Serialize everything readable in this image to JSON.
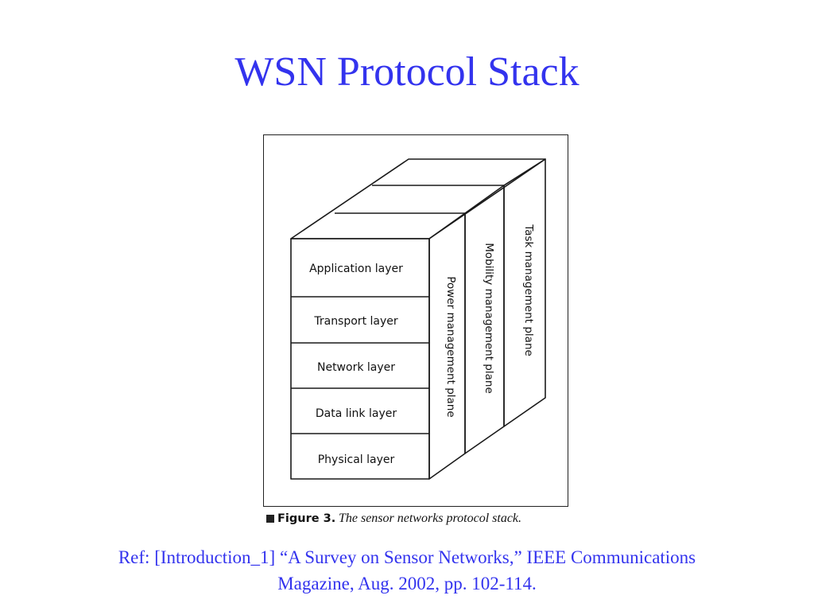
{
  "slide": {
    "title": "WSN Protocol Stack"
  },
  "figure": {
    "layers": [
      "Application layer",
      "Transport layer",
      "Network layer",
      "Data link layer",
      "Physical layer"
    ],
    "planes": [
      "Power management plane",
      "Mobility management plane",
      "Task management plane"
    ],
    "caption_label": "Figure 3.",
    "caption_text": "The sensor networks protocol stack."
  },
  "reference": {
    "line1": "Ref: [Introduction_1] “A Survey on Sensor Networks,” IEEE Communications",
    "line2": "Magazine, Aug. 2002, pp. 102-114."
  }
}
